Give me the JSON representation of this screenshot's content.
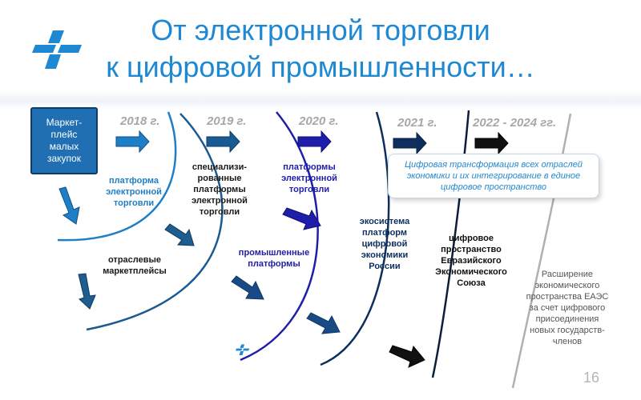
{
  "title": {
    "line1": "От электронной торговли",
    "line2": "к цифровой промышленности…"
  },
  "years": [
    "2018 г.",
    "2019 г.",
    "2020 г.",
    "2021 г.",
    "2022 - 2024 гг."
  ],
  "start_box": "Маркет-\nплейс\nмалых\nзакупок",
  "labels": {
    "platform_et": "платформа\nэлектронной\nторговли",
    "specialized": "специализи-\nрованные\nплатформы\nэлектронной\nторговли",
    "platforms_et": "платформы\nэлектронной\nторговли",
    "sector_markets": "отраслевые\nмаркетплейсы",
    "industrial": "промышленные\nплатформы",
    "ecosystem": "экосистема\nплатформ\nцифровой\nэкономики\nРоссии",
    "eaeu_space": "цифровое\nпространство\nЕвразийского\nЭкономического\nСоюза",
    "expansion": "Расширение\nэкономического\nпространства ЕАЭС\nза счет цифрового\nприсоединения\nновых государств-\nчленов"
  },
  "note": "Цифровая трансформация всех отраслей\nэкономики и их интегрирование в единое\nцифровое пространство",
  "page_number": "16",
  "colors": {
    "title": "#1E88D2",
    "arc_2018": "#1E7FC6",
    "arc_2019": "#1A5A92",
    "arc_2020": "#1E1EAA",
    "arc_2021": "#0E2F5E",
    "arc_2022": "#0A1E3C",
    "arc_future": "#B0B0B0"
  },
  "icons": [
    "logo-mark-icon",
    "arrow-right-icon",
    "arrow-down-right-icon"
  ]
}
